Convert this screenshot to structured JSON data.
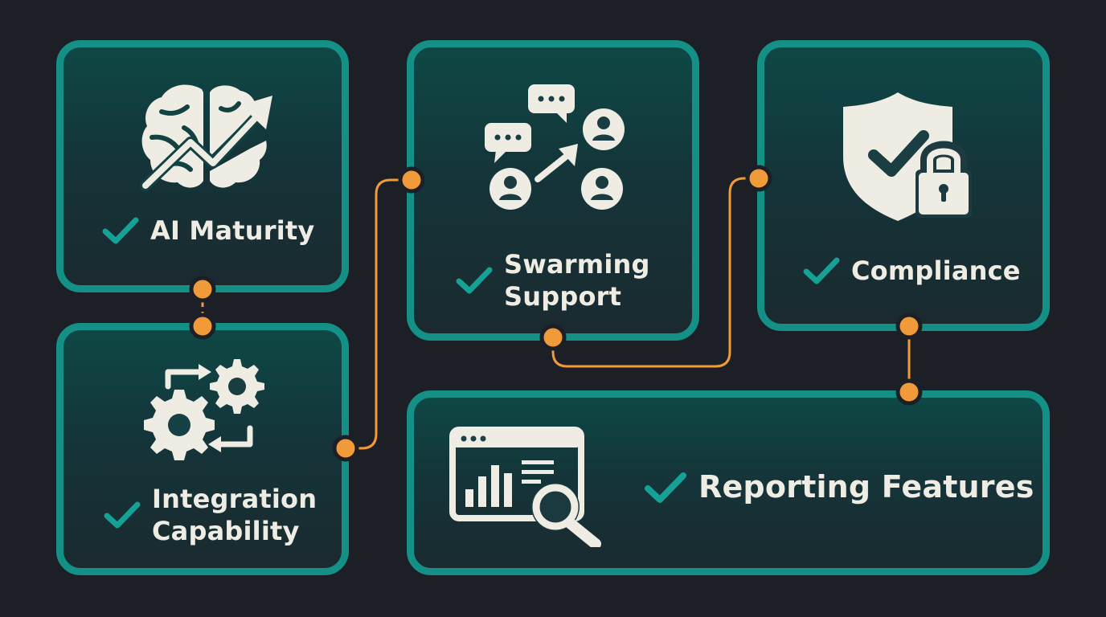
{
  "colors": {
    "background": "#1c2026",
    "card_border": "#149086",
    "connector": "#f09a3a",
    "check": "#16a197",
    "icon_fill": "#efece4"
  },
  "cards": {
    "ai_maturity": {
      "label": "AI Maturity",
      "icon": "brain-growth-icon"
    },
    "integration": {
      "label_line1": "Integration",
      "label_line2": "Capability",
      "icon": "gears-sync-icon"
    },
    "swarming": {
      "label_line1": "Swarming",
      "label_line2": "Support",
      "icon": "collaboration-chat-icon"
    },
    "compliance": {
      "label": "Compliance",
      "icon": "shield-lock-icon"
    },
    "reporting": {
      "label": "Reporting Features",
      "icon": "analytics-dashboard-icon"
    }
  }
}
